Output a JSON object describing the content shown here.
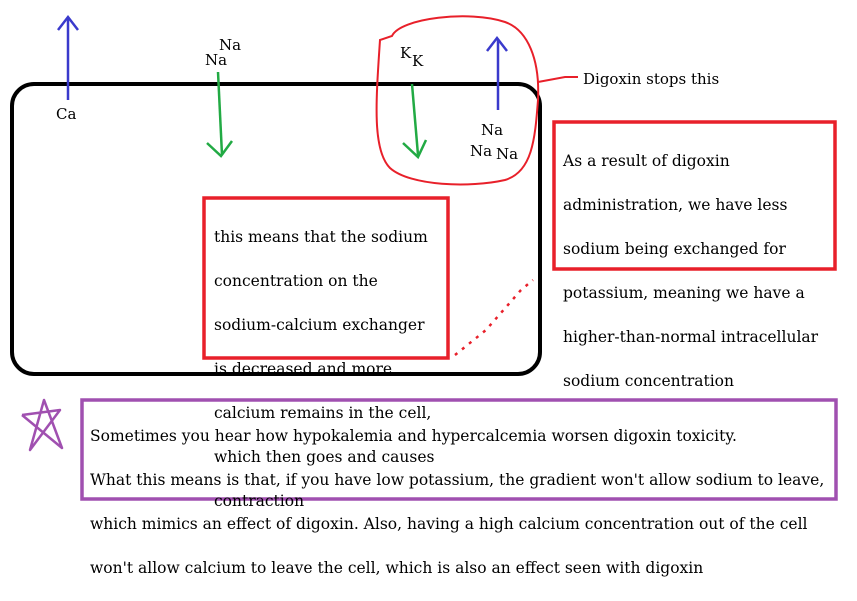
{
  "labels": {
    "ca": "Ca",
    "na_top_1": "Na",
    "na_top_2": "Na",
    "k_1": "K",
    "k_2": "K",
    "na_right_1": "Na",
    "na_right_2": "Na",
    "na_right_3": "Na",
    "digoxin_stops": "Digoxin stops this"
  },
  "center_box": {
    "lines": [
      "this means that the sodium",
      "concentration on the",
      "sodium-calcium exchanger",
      "is  decreased and more",
      "calcium remains in the cell,",
      " which then goes and causes",
      "contraction"
    ]
  },
  "right_box": {
    "lines": [
      "As a result of digoxin",
      "administration, we have less",
      "sodium being exchanged for",
      "potassium, meaning we have a",
      "higher-than-normal intracellular",
      "sodium concentration"
    ]
  },
  "bottom_box": {
    "lines": [
      "Sometimes you hear how hypokalemia and hypercalcemia worsen digoxin toxicity.",
      "What this means is that, if you have low potassium, the gradient won't allow sodium to leave,",
      "which mimics an effect of digoxin. Also, having a high calcium concentration out of the cell",
      "won't allow calcium to leave the cell, which is also an effect seen with digoxin"
    ]
  },
  "colors": {
    "cell_outline": "#000000",
    "blue_arrow": "#3a3acc",
    "green_arrow": "#22aa44",
    "red": "#e8202a",
    "purple": "#a050b0"
  }
}
